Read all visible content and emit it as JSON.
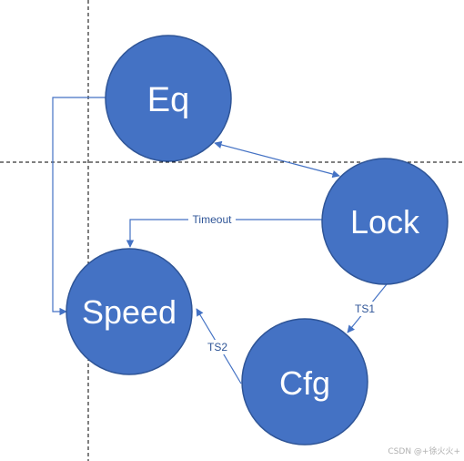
{
  "diagram": {
    "nodes": {
      "eq": {
        "label": "Eq"
      },
      "lock": {
        "label": "Lock"
      },
      "speed": {
        "label": "Speed"
      },
      "cfg": {
        "label": "Cfg"
      }
    },
    "edges": {
      "lock_to_speed": {
        "label": "Timeout"
      },
      "lock_to_cfg": {
        "label": "TS1"
      },
      "cfg_to_speed": {
        "label": "TS2"
      }
    }
  },
  "watermark": "CSDN @+徐火火+",
  "colors": {
    "node_fill": "#4472c4",
    "node_stroke": "#2f5597",
    "edge": "#4472c4",
    "guide": "#000000"
  }
}
